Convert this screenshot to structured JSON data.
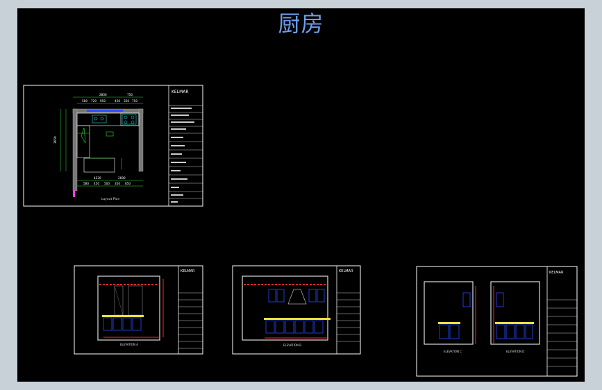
{
  "drawing": {
    "title": "厨房",
    "colors": {
      "background": "#000000",
      "title": "#6f9de8",
      "frame": "#ffffff",
      "dimension": "#ff2a2a",
      "green": "#33dd33",
      "blue": "#2a4dff",
      "yellow": "#f0e040",
      "cyan": "#2dd4d4",
      "magenta": "#ff40ff"
    }
  },
  "sheets": [
    {
      "id": "plan",
      "brand": "KELMAR",
      "caption": "Layout Plan",
      "dims_top": [
        "2800",
        "750"
      ],
      "dims_top_row2": [
        "580",
        "720",
        "950",
        "450",
        "350",
        "750"
      ],
      "dims_left": [
        "3650"
      ],
      "dims_bottom": [
        "4230",
        "2600"
      ],
      "dims_bottom_row2": [
        "580",
        "450",
        "500",
        "350",
        "850"
      ]
    },
    {
      "id": "elev-a",
      "brand": "KELMAR",
      "caption": "ELEVATION A"
    },
    {
      "id": "elev-b",
      "brand": "KELMAR",
      "caption": "ELEVATION B"
    },
    {
      "id": "elev-cd",
      "brand": "KELMAR",
      "caption_left": "ELEVATION C",
      "caption_right": "ELEVATION D"
    }
  ]
}
